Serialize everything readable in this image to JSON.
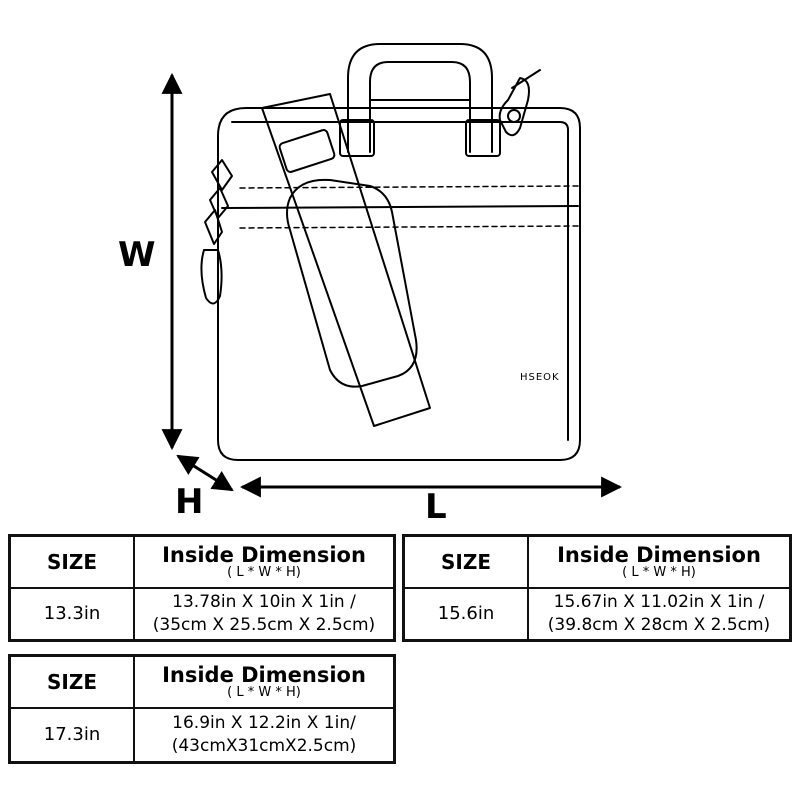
{
  "diagram": {
    "labels": {
      "width": "W",
      "height": "H",
      "length": "L"
    },
    "brand_text": "HSEOK"
  },
  "tables": [
    {
      "header": {
        "size": "SIZE",
        "dimension": "Inside Dimension",
        "dimension_sub": "( L * W * H)"
      },
      "size": "13.3in",
      "dim_imperial": "13.78in X 10in X 1in /",
      "dim_metric": "(35cm X 25.5cm X 2.5cm)"
    },
    {
      "header": {
        "size": "SIZE",
        "dimension": "Inside Dimension",
        "dimension_sub": "( L * W * H)"
      },
      "size": "15.6in",
      "dim_imperial": "15.67in X 11.02in X 1in /",
      "dim_metric": "(39.8cm X 28cm X 2.5cm)"
    },
    {
      "header": {
        "size": "SIZE",
        "dimension": "Inside Dimension",
        "dimension_sub": "( L * W * H)"
      },
      "size": "17.3in",
      "dim_imperial": "16.9in X 12.2in X 1in/",
      "dim_metric": "(43cmX31cmX2.5cm)"
    }
  ]
}
